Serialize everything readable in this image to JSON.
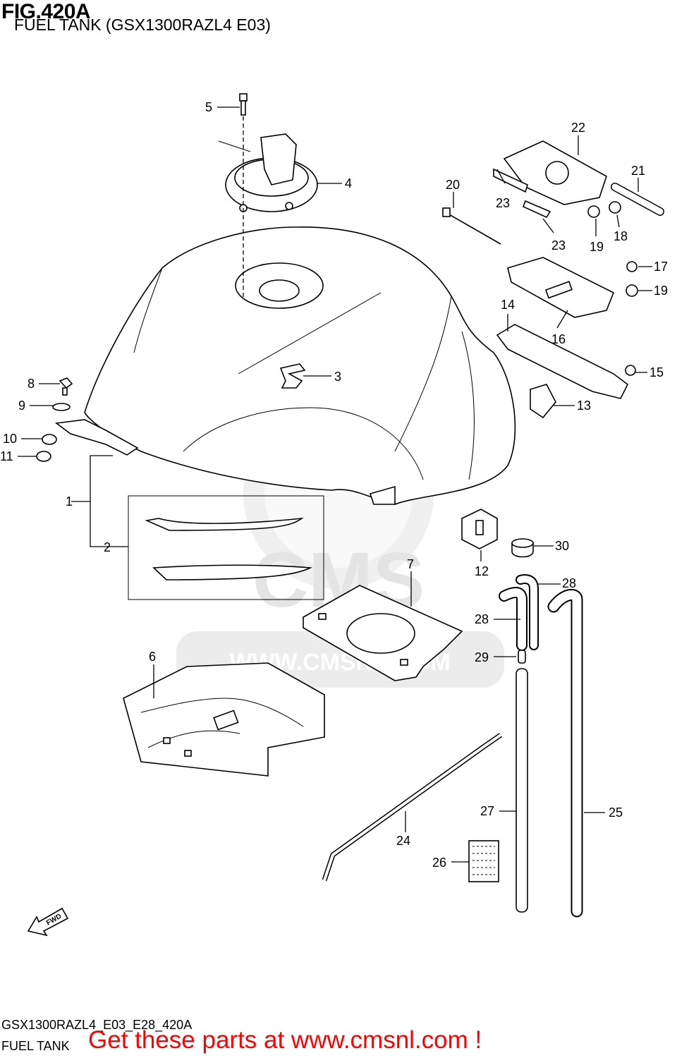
{
  "header": {
    "fig_label": "FIG.420A",
    "subtitle": "FUEL TANK (GSX1300RAZL4 E03)"
  },
  "watermark": {
    "brand": "CMS",
    "url": "WWW.CMSNL.COM"
  },
  "fwd_label": "FWD",
  "callouts": [
    "1",
    "2",
    "3",
    "4",
    "5",
    "6",
    "7",
    "8",
    "9",
    "10",
    "11",
    "12",
    "13",
    "14",
    "15",
    "16",
    "17",
    "18",
    "19",
    "19",
    "20",
    "21",
    "22",
    "23",
    "23",
    "24",
    "25",
    "26",
    "27",
    "28",
    "28",
    "29",
    "30"
  ],
  "footer": {
    "code": "GSX1300RAZL4_E03_E28_420A",
    "name": "FUEL TANK",
    "promo": "Get these parts at www.cmsnl.com !"
  }
}
